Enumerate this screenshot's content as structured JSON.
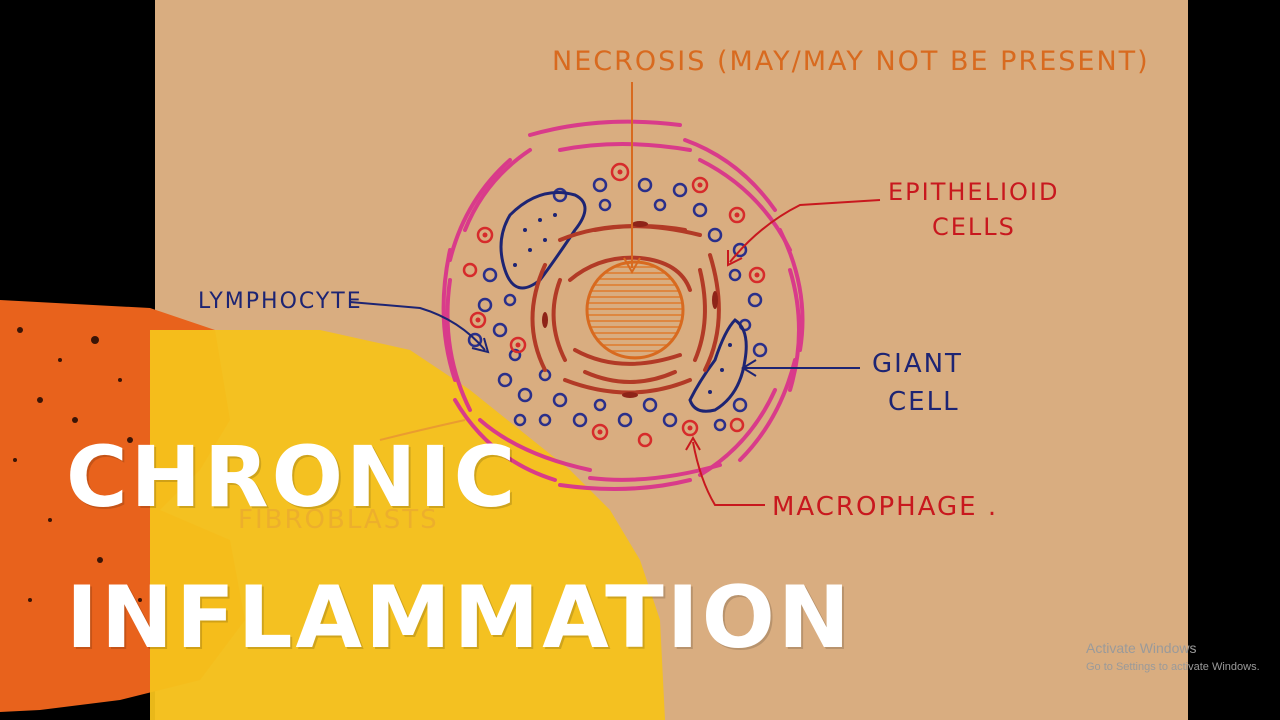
{
  "colors": {
    "paper": "#d9ad80",
    "accent_orange": "#e8621c",
    "accent_yellow": "#f6c21b",
    "magenta": "#d93b8a",
    "label_red": "#c8181e",
    "label_blue": "#1d2473",
    "label_orange": "#d86a1f",
    "epithelioid": "#b23a26",
    "macrophage": "#d62b2b",
    "lymphocyte": "#2a2f8a"
  },
  "labels": {
    "necrosis": "NECROSIS (MAY/MAY NOT BE PRESENT)",
    "epithelioid_1": "EPITHELIOID",
    "epithelioid_2": "CELLS",
    "lymphocyte": "LYMPHOCYTE",
    "giant_1": "GIANT",
    "giant_2": "CELL",
    "macrophage": "MACROPHAGE .",
    "fibroblasts_faded": "FIBROBLASTS"
  },
  "title": {
    "line1": "CHRONIC",
    "line2": "INFLAMMATION"
  },
  "watermark": {
    "line1": "Activate Windows",
    "line2": "Go to Settings to activate Windows."
  }
}
